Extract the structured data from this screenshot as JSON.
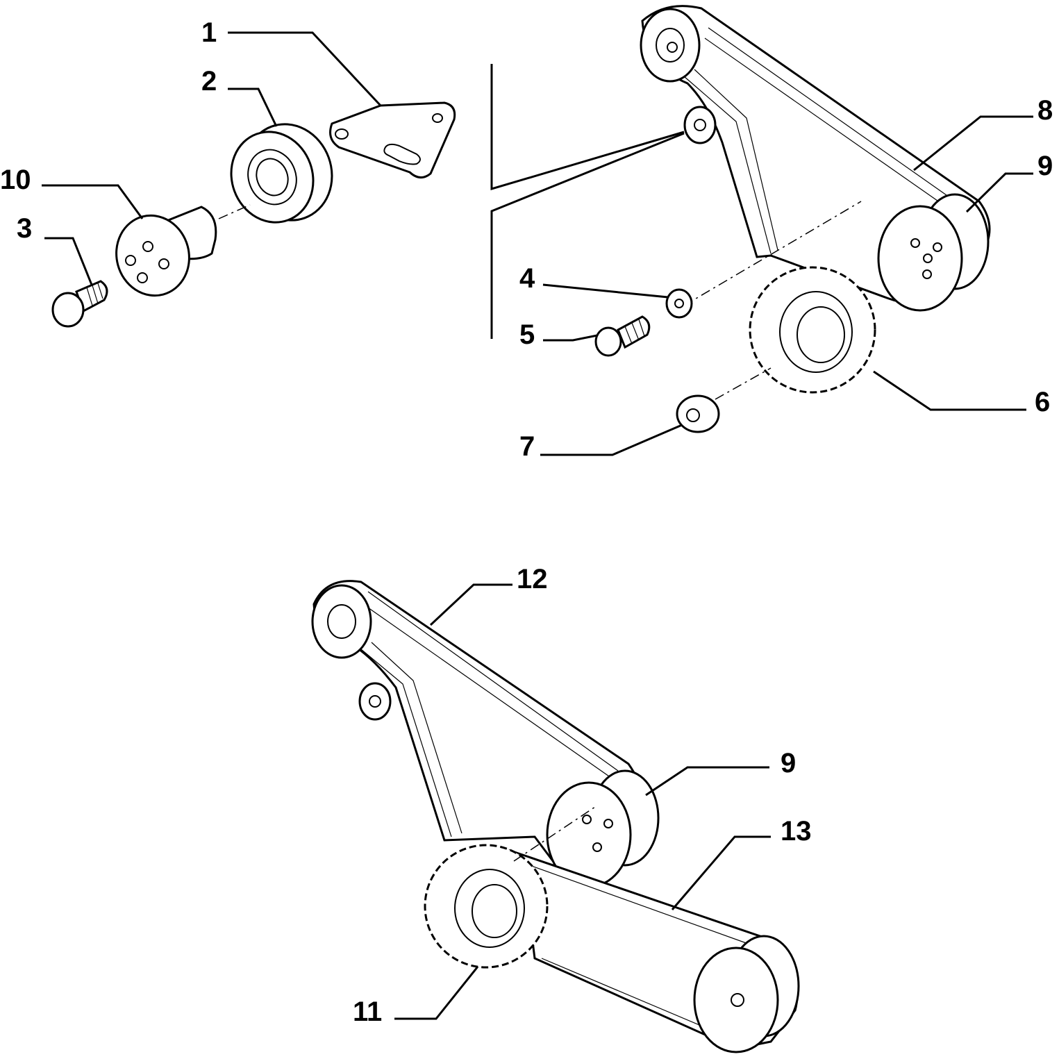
{
  "callouts": {
    "c1": "1",
    "c2": "2",
    "c3": "3",
    "c4": "4",
    "c5": "5",
    "c6": "6",
    "c7": "7",
    "c8": "8",
    "c9a": "9",
    "c9b": "9",
    "c10": "10",
    "c11": "11",
    "c12": "12",
    "c13": "13"
  }
}
